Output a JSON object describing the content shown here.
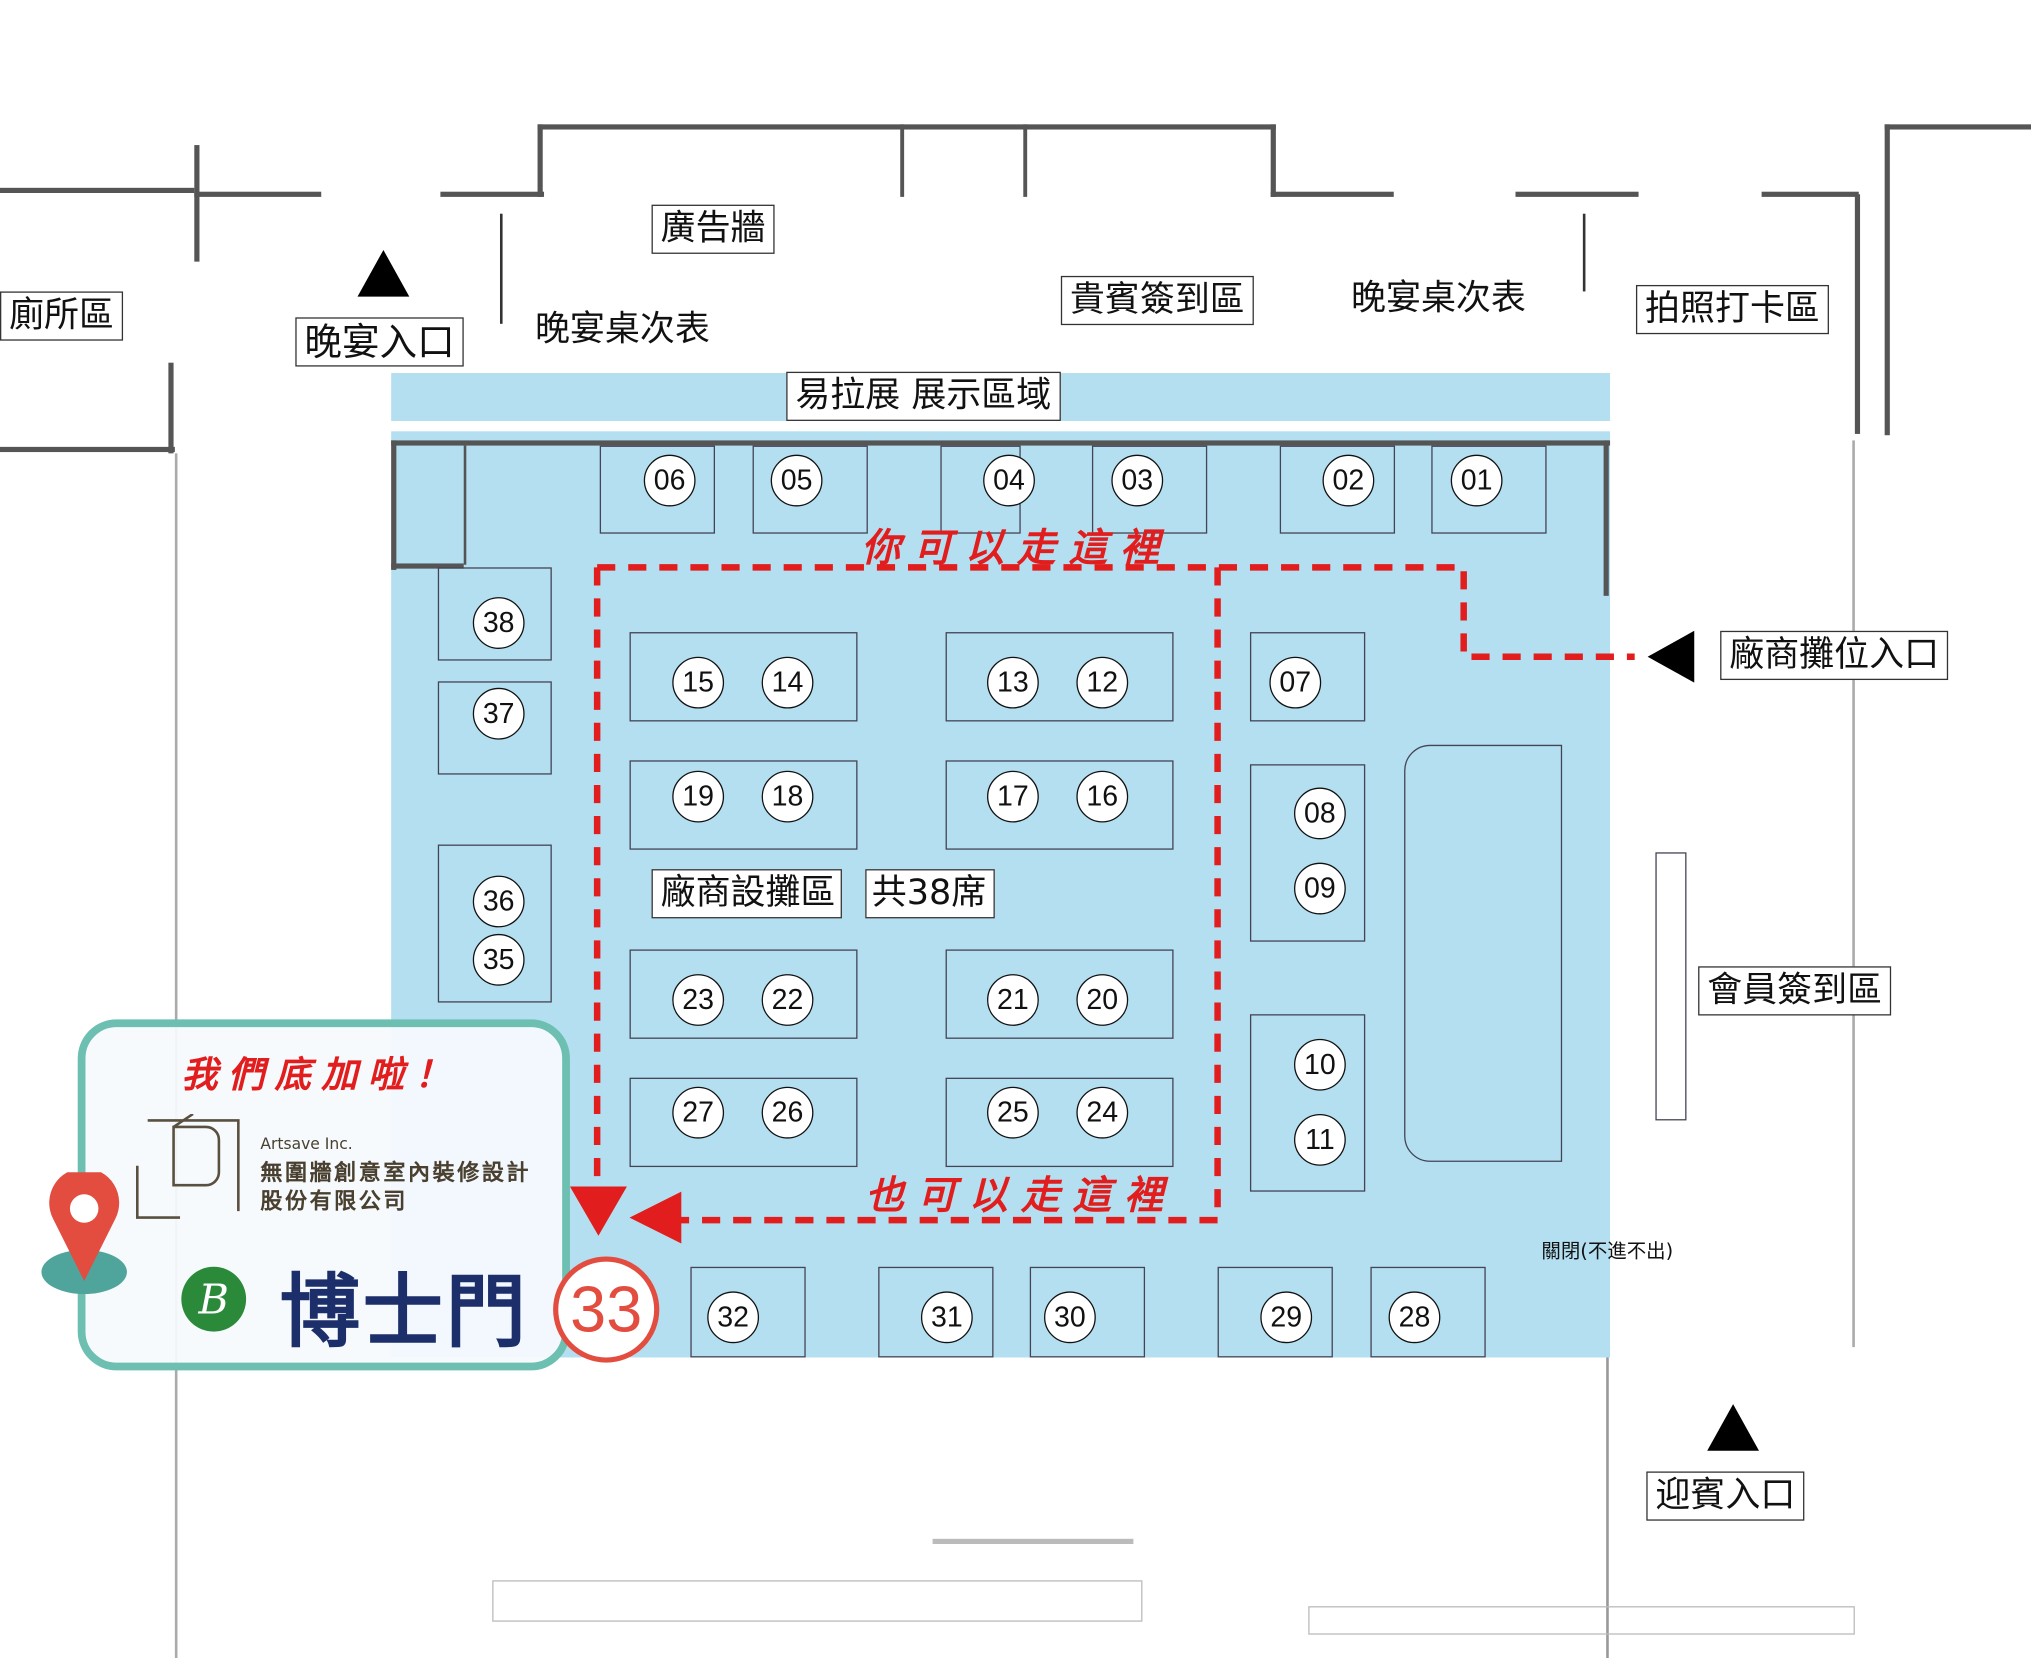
{
  "labels": {
    "ad_wall": "廣告牆",
    "restroom": "廁所區",
    "dinner_entrance": "晚宴入口",
    "dinner_seating_left": "晚宴桌次表",
    "dinner_seating_right": "晚宴桌次表",
    "vip_checkin": "貴賓簽到區",
    "photo_area": "拍照打卡區",
    "rollup_display": "易拉展 展示區域",
    "vendor_entrance": "廠商攤位入口",
    "member_checkin": "會員簽到區",
    "welcome_entrance": "迎賓入口",
    "vendor_area": "廠商設攤區",
    "vendor_count": "共38席",
    "closed_door": "關閉(不進不出)"
  },
  "paths": {
    "walk_here_top": "你可以走這裡",
    "walk_here_bottom": "也可以走這裡"
  },
  "booths": [
    "01",
    "02",
    "03",
    "04",
    "05",
    "06",
    "07",
    "08",
    "09",
    "10",
    "11",
    "12",
    "13",
    "14",
    "15",
    "16",
    "17",
    "18",
    "19",
    "20",
    "21",
    "22",
    "23",
    "24",
    "25",
    "26",
    "27",
    "28",
    "29",
    "30",
    "31",
    "32",
    "35",
    "36",
    "37",
    "38"
  ],
  "highlight_booth": {
    "number": "33",
    "callout": "我們底加啦！",
    "company_en": "Artsave Inc.",
    "company_zh_line1": "無圍牆創意室內裝修設計",
    "company_zh_line2": "股份有限公司",
    "brand": "博士門",
    "brand_badge": "B"
  },
  "colors": {
    "area_blue": "#b3dff0",
    "path_red": "#e21d1d",
    "card_border": "#6dbfb2",
    "brand_navy": "#1c2f6b",
    "brand_green": "#2a8a3a"
  }
}
